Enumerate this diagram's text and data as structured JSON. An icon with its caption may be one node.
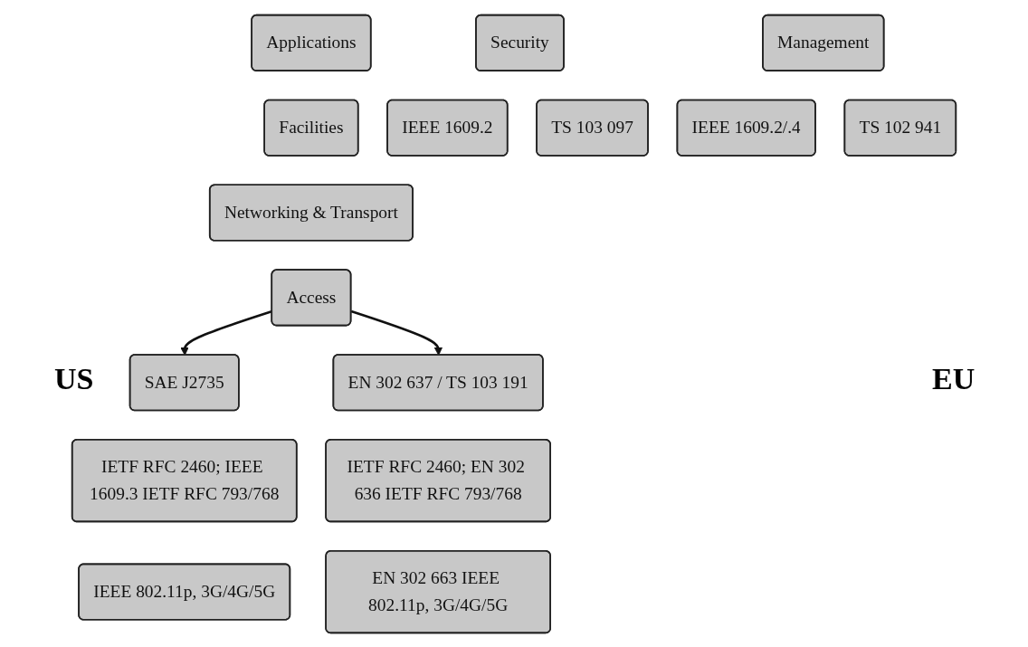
{
  "diagram": {
    "nodes": [
      {
        "text": [
          "Applications"
        ]
      },
      {
        "text": [
          "Security"
        ]
      },
      {
        "text": [
          "Facilities"
        ]
      },
      {
        "text": [
          "Networking & Transport"
        ]
      },
      {
        "text": [
          "Access"
        ]
      },
      {
        "text": [
          "Management"
        ]
      },
      {
        "text": [
          "IEEE 1609.2"
        ]
      },
      {
        "text": [
          "SAE J2735"
        ]
      },
      {
        "text": [
          "IETF RFC 2460; IEEE 1609.3 IETF RFC 793/768"
        ]
      },
      {
        "text": [
          "IEEE 802.11p, 3G/4G/5G"
        ]
      },
      {
        "text": [
          "IEEE 1609.2/.4"
        ]
      },
      {
        "text": [
          "TS 103 097"
        ]
      },
      {
        "text": [
          "EN 302 637 / TS 103 191"
        ]
      },
      {
        "text": [
          "IETF RFC 2460; EN 302 636 IETF RFC 793/768"
        ]
      },
      {
        "text": [
          "EN 302 663 IEEE 802.11p, 3G/4G/5G"
        ]
      },
      {
        "text": [
          "TS 102 941"
        ]
      }
    ],
    "edges": [
      {
        "from": 4,
        "to": 7,
        "arrow": "to"
      },
      {
        "from": 4,
        "to": 12,
        "arrow": "to"
      }
    ],
    "labels": [
      "US",
      "EU"
    ]
  }
}
